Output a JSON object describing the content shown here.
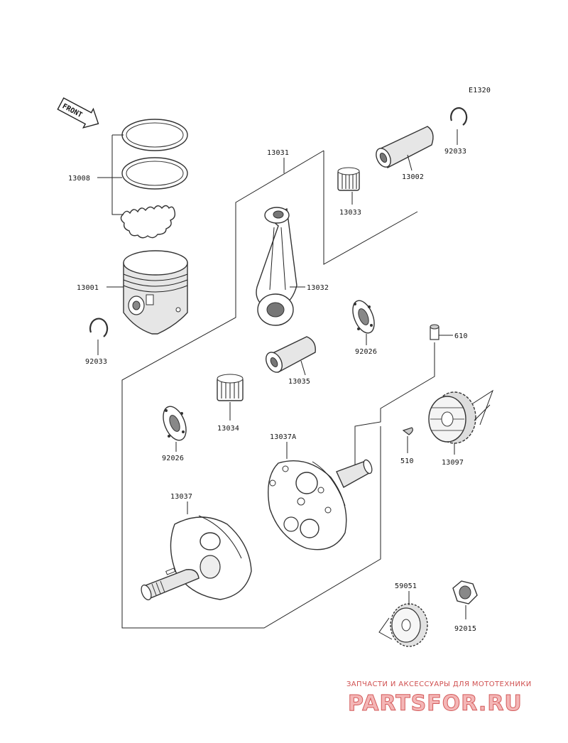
{
  "diagram": {
    "code": "E1320",
    "front_label": "FRONT",
    "parts": {
      "p13008": "13008",
      "p13001": "13001",
      "p92033_left": "92033",
      "p13031": "13031",
      "p13002": "13002",
      "p92033_right": "92033",
      "p13033": "13033",
      "p13032": "13032",
      "p92026_top": "92026",
      "p610": "610",
      "p13035": "13035",
      "p13034": "13034",
      "p92026_bottom": "92026",
      "p13037A": "13037A",
      "p510": "510",
      "p13097": "13097",
      "p13037": "13037",
      "p59051": "59051",
      "p92015": "92015"
    }
  },
  "watermark": {
    "tagline": "ЗАПЧАСТИ И АКСЕССУАРЫ ДЛЯ МОТОТЕХНИКИ",
    "brand": "PARTSFOR.RU"
  }
}
